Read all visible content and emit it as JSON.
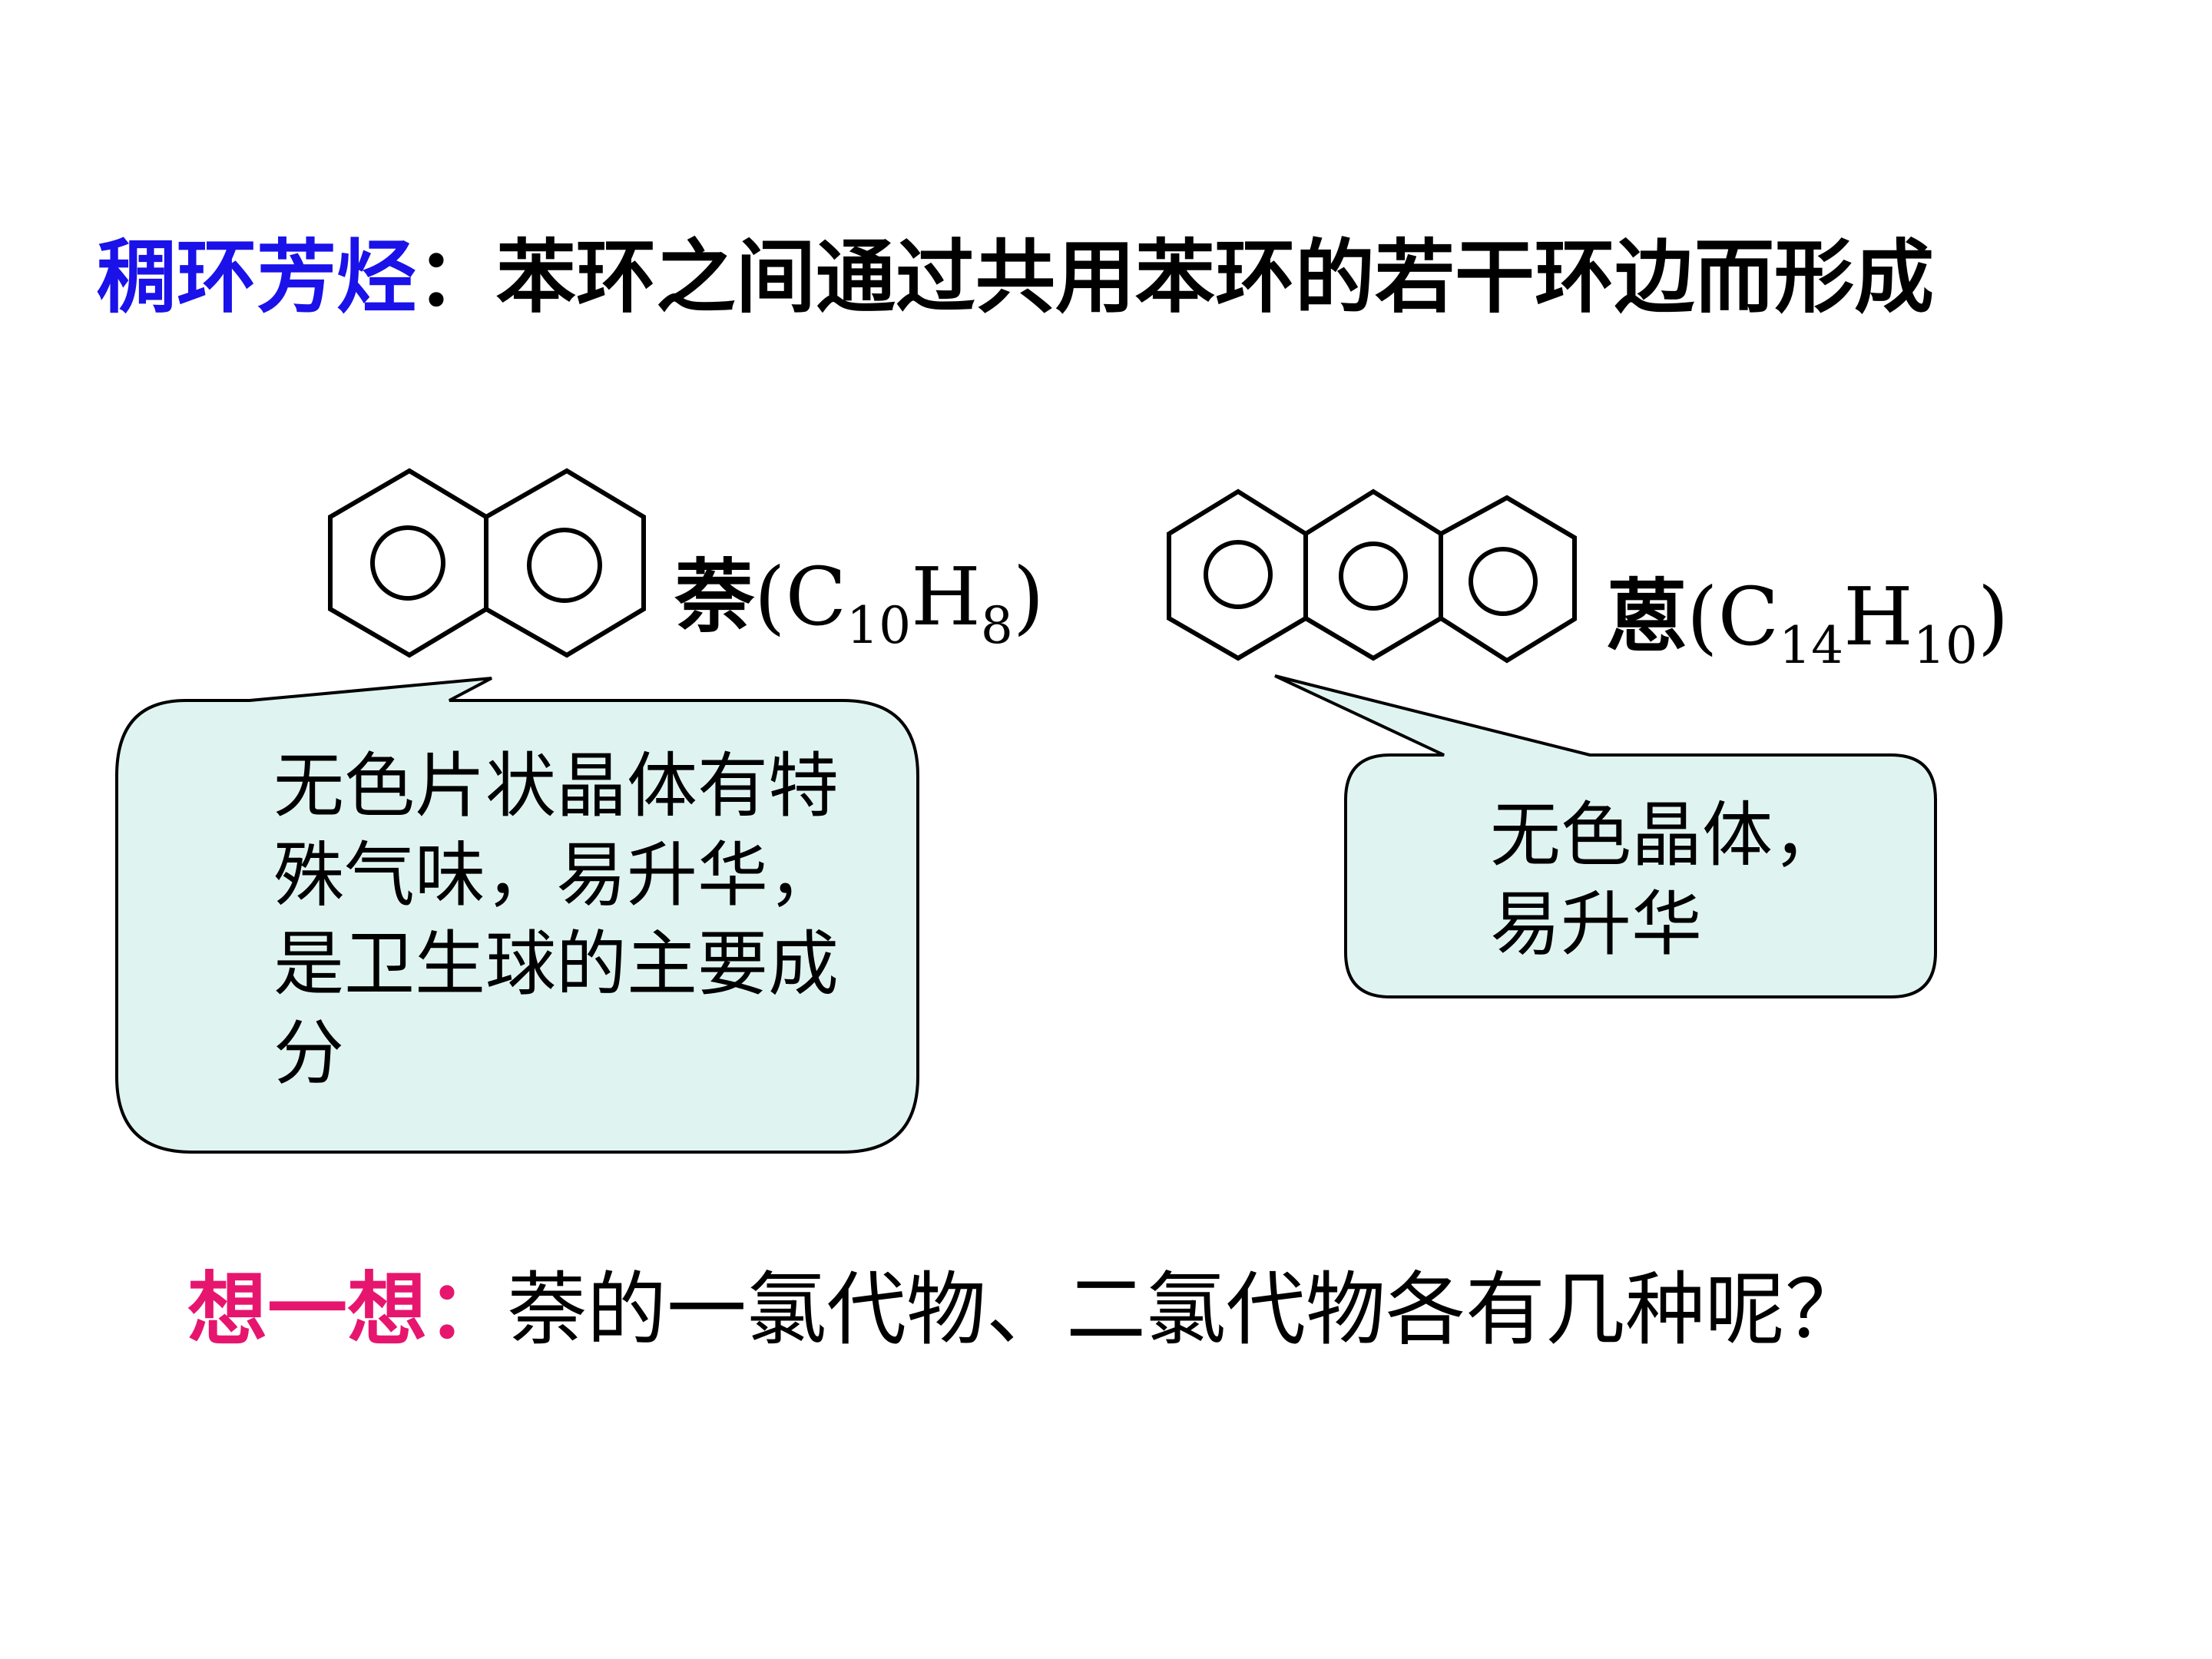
{
  "heading": {
    "term": "稠环芳烃",
    "separator": "：",
    "description": "苯环之间通过共用苯环的若干环边而形成"
  },
  "naphthalene": {
    "name": "萘",
    "open_paren": "(",
    "c_symbol": "C",
    "c_count": "10",
    "h_symbol": "H",
    "h_count": "8",
    "close_paren": ")",
    "note": "无色片状晶体有特\n殊气味，易升华，\n是卫生球的主要成\n分"
  },
  "anthracene": {
    "name": "蒽",
    "open_paren": "(",
    "c_symbol": "C",
    "c_count": "14",
    "h_symbol": "H",
    "h_count": "10",
    "close_paren": ")",
    "note": "无色晶体，\n易升华"
  },
  "question": {
    "label": "想一想",
    "separator": "：",
    "text": "萘的一氯代物、二氯代物各有几种呢？"
  },
  "colors": {
    "term": "#1a12e8",
    "question_label": "#e6166e",
    "bubble_fill": "#dff4f1",
    "stroke": "#000000"
  }
}
